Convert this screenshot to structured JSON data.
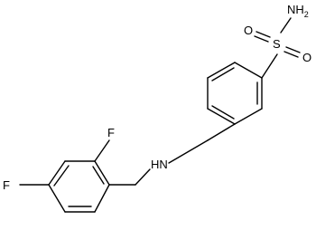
{
  "molecule": {
    "atoms": {
      "nh2": "NH",
      "nh2_subscript": "2",
      "sulfur": "S",
      "oxygen_top": "O",
      "oxygen_bottom": "O",
      "amine": "HN",
      "fluorine_top": "F",
      "fluorine_left": "F"
    }
  }
}
